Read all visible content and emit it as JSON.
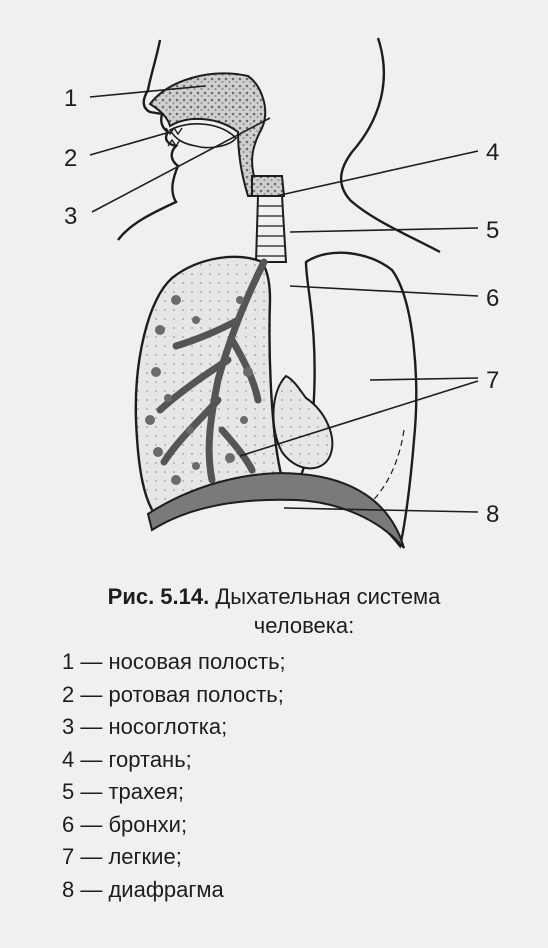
{
  "diagram": {
    "labels": [
      {
        "number": "1",
        "title": "носовая полость"
      },
      {
        "number": "2",
        "title": "ротовая полость"
      },
      {
        "number": "3",
        "title": "носоглотка"
      },
      {
        "number": "4",
        "title": "гортань"
      },
      {
        "number": "5",
        "title": "трахея"
      },
      {
        "number": "6",
        "title": "бронхи"
      },
      {
        "number": "7",
        "title": "легкие"
      },
      {
        "number": "8",
        "title": "диафрагма"
      }
    ]
  },
  "caption": {
    "prefix": "Рис. 5.14.",
    "title_part1": "Дыхательная система",
    "title_part2": "человека:"
  },
  "legend": [
    {
      "text": "1 — носовая полость;"
    },
    {
      "text": "2 — ротовая полость;"
    },
    {
      "text": "3 — носоглотка;"
    },
    {
      "text": "4 — гортань;"
    },
    {
      "text": "5 — трахея;"
    },
    {
      "text": "6 — бронхи;"
    },
    {
      "text": "7 — легкие;"
    },
    {
      "text": "8 — диафрагма"
    }
  ],
  "colors": {
    "ink": "#1d1d1d",
    "paper": "#f1f0ee",
    "tissue": "#8a8a8a",
    "lung_fill": "#c9c9c9"
  }
}
